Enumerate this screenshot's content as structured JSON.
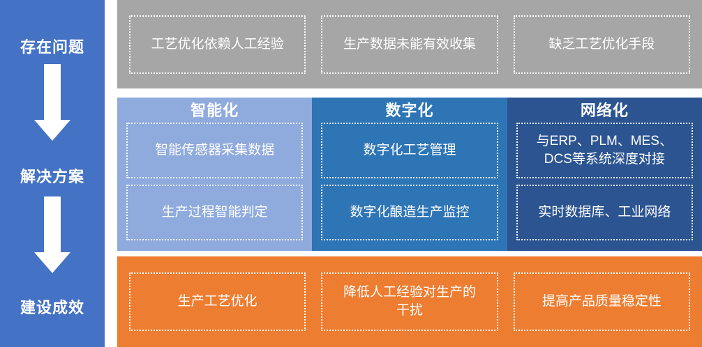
{
  "colors": {
    "sidebar_blue": "#4472C4",
    "problems_gray": "#A6A6A6",
    "solutions_light_blue": "#8FAADC",
    "solutions_medium_blue": "#2E75B6",
    "solutions_dark_blue": "#2B5491",
    "results_orange": "#ED7D31",
    "text_and_border": "#FFFFFF"
  },
  "sidebar": {
    "stages": [
      {
        "label": "存在问题"
      },
      {
        "label": "解决方案"
      },
      {
        "label": "建设成效"
      }
    ]
  },
  "problems_row": {
    "boxes": [
      "工艺优化依赖人工经验",
      "生产数据未能有效收集",
      "缺乏工艺优化手段"
    ]
  },
  "solutions_row": {
    "columns": [
      {
        "header": "智能化",
        "boxes": [
          "智能传感器采集数据",
          "生产过程智能判定"
        ]
      },
      {
        "header": "数字化",
        "boxes": [
          "数字化工艺管理",
          "数字化酿造生产监控"
        ]
      },
      {
        "header": "网络化",
        "boxes": [
          "与ERP、PLM、MES、DCS等系统深度对接",
          "实时数据库、工业网络"
        ]
      }
    ]
  },
  "results_row": {
    "boxes": [
      "生产工艺优化",
      "降低人工经验对生产的干扰",
      "提高产品质量稳定性"
    ]
  }
}
